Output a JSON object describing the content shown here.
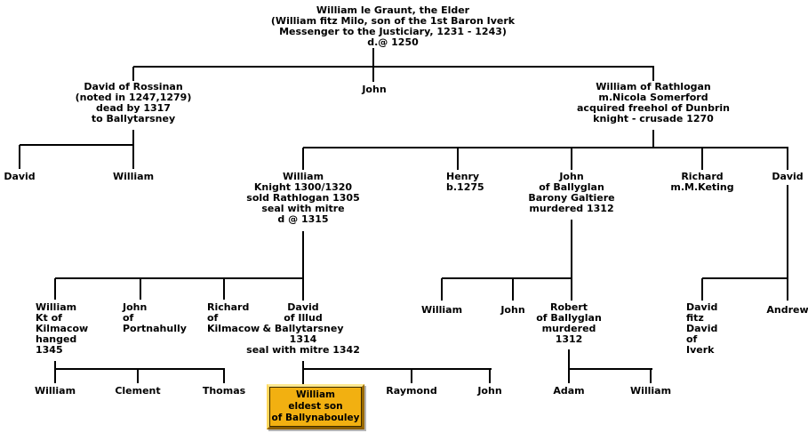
{
  "diagram_type": "family-tree",
  "colors": {
    "background": "#ffffff",
    "line": "#000000",
    "text": "#000000",
    "highlight_fill": "#f2b011",
    "highlight_bevel_light": "#ffe992",
    "highlight_bevel_dark": "#8a5d00"
  },
  "tree": {
    "text": "William le Graunt, the Elder\n(William fitz Milo, son of the 1st Baron Iverk\nMessenger to the Justiciary, 1231 - 1243)\nd.@ 1250",
    "children": [
      {
        "text": "David of Rossinan\n(noted in 1247,1279)\ndead by 1317\nto Ballytarsney",
        "children": [
          {
            "text": "David"
          },
          {
            "text": "William"
          }
        ]
      },
      {
        "text": "John"
      },
      {
        "text": "William of Rathlogan\nm.Nicola Somerford\nacquired freehol of Dunbrin\nknight - crusade 1270",
        "children": [
          {
            "text": "William\nKnight 1300/1320\nsold Rathlogan 1305\nseal with mitre\nd @ 1315",
            "children": [
              {
                "text": "William\nKt of\nKilmacow\nhanged\n1345",
                "children": [
                  {
                    "text": "William"
                  },
                  {
                    "text": "Clement"
                  },
                  {
                    "text": "Thomas"
                  }
                ]
              },
              {
                "text": "John\nof\nPortnahully"
              },
              {
                "text": "Richard\nof\nKilmacow"
              },
              {
                "text": "David\nof Illud\n& Ballytarsney\n1314\nseal with mitre 1342",
                "children": [
                  {
                    "text": "William\neldest son\nof Ballynabouley",
                    "highlighted": true
                  },
                  {
                    "text": "Raymond"
                  },
                  {
                    "text": "John"
                  }
                ]
              }
            ]
          },
          {
            "text": "Henry\nb.1275"
          },
          {
            "text": "John\nof Ballyglan\nBarony Galtiere\nmurdered 1312",
            "children": [
              {
                "text": "William"
              },
              {
                "text": "John"
              },
              {
                "text": "Robert\nof Ballyglan\nmurdered\n1312",
                "children": [
                  {
                    "text": "Adam"
                  },
                  {
                    "text": "William"
                  }
                ]
              }
            ]
          },
          {
            "text": "Richard\nm.M.Keting"
          },
          {
            "text": "David",
            "children": [
              {
                "text": "David\nfitz\nDavid\nof\nIverk"
              },
              {
                "text": "Andrew"
              }
            ]
          }
        ]
      }
    ]
  }
}
